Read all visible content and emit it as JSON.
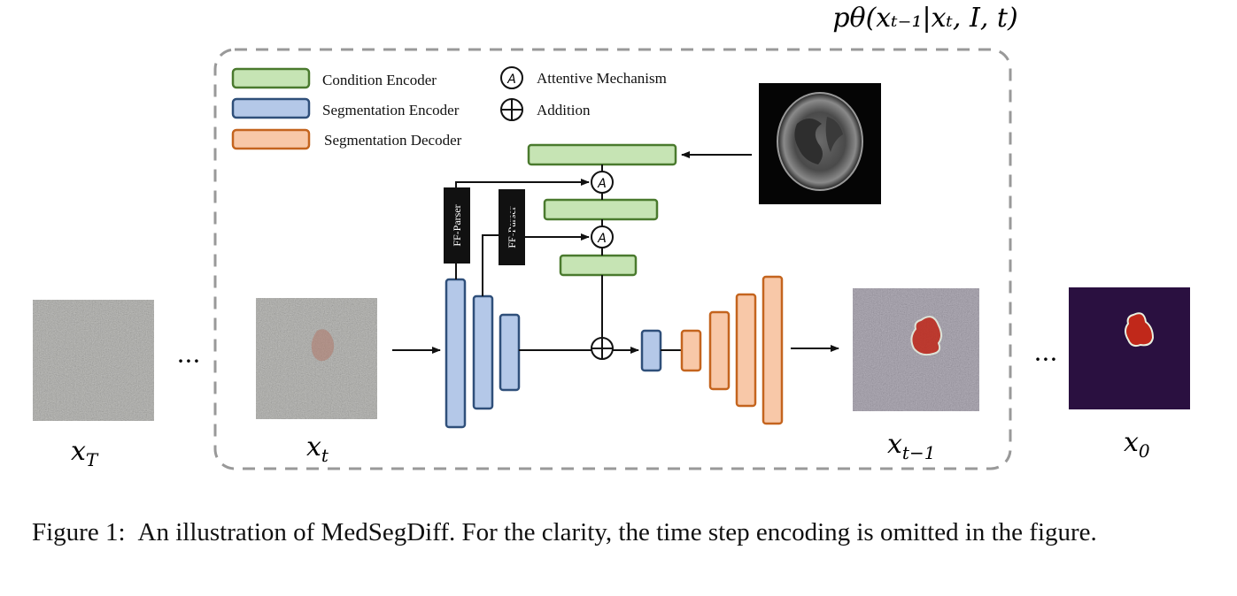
{
  "diagram": {
    "top_label": "pθ(xₜ₋₁|xₜ, I, t)",
    "legend": {
      "condition_encoder": "Condition Encoder",
      "segmentation_encoder": "Segmentation Encoder",
      "segmentation_decoder": "Segmentation Decoder",
      "attentive_mechanism": "Attentive Mechanism",
      "addition": "Addition",
      "attentive_symbol": "A",
      "addition_symbol": "+"
    },
    "ff_parser_label": "FF-Parser",
    "image_labels": {
      "x_T": "x",
      "x_T_sub": "T",
      "x_t": "x",
      "x_t_sub": "t",
      "x_t_minus_1": "x",
      "x_t_minus_1_sub": "t−1",
      "x_0": "x",
      "x_0_sub": "0"
    },
    "ellipsis": "···",
    "colors": {
      "condition_fill": "#c6e4b4",
      "condition_stroke": "#4a7a2e",
      "encoder_fill": "#b4c8e8",
      "encoder_stroke": "#2f4f7a",
      "decoder_fill": "#f8c8a8",
      "decoder_stroke": "#c4641e",
      "noise": "#8a8a84",
      "mask_background": "#2a1040",
      "lesion": "#c0281a"
    }
  },
  "caption": {
    "label": "Figure 1:",
    "text": "An illustration of MedSegDiff. For the clarity, the time step encoding is omitted in the figure."
  }
}
